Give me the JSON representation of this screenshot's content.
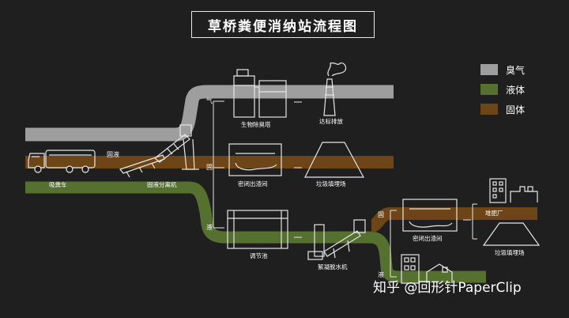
{
  "title": "草桥粪便消纳站流程图",
  "legend": [
    {
      "label": "臭气",
      "color": "#9e9e9e"
    },
    {
      "label": "液体",
      "color": "#55702f"
    },
    {
      "label": "固体",
      "color": "#6e4516"
    }
  ],
  "stages": {
    "truck": "吸粪车",
    "separator": "固液分离机",
    "biofilter": "生物除臭塔",
    "chimney": "达标排放",
    "sealed_outlet_1": "密闭出渣间",
    "landfill_1": "垃圾填埋场",
    "regulating_tank": "调节池",
    "dewatering": "絮凝脱水机",
    "sealed_outlet_2": "密闭出渣间",
    "compost": "堆肥厂",
    "landfill_2": "垃圾填埋场"
  },
  "tags": {
    "gas": "气",
    "solid": "固",
    "liquid": "液",
    "solid_liquid": "固液",
    "solid_2": "固",
    "liquid_2": "液"
  },
  "watermark": "知乎 @回形针PaperClip"
}
